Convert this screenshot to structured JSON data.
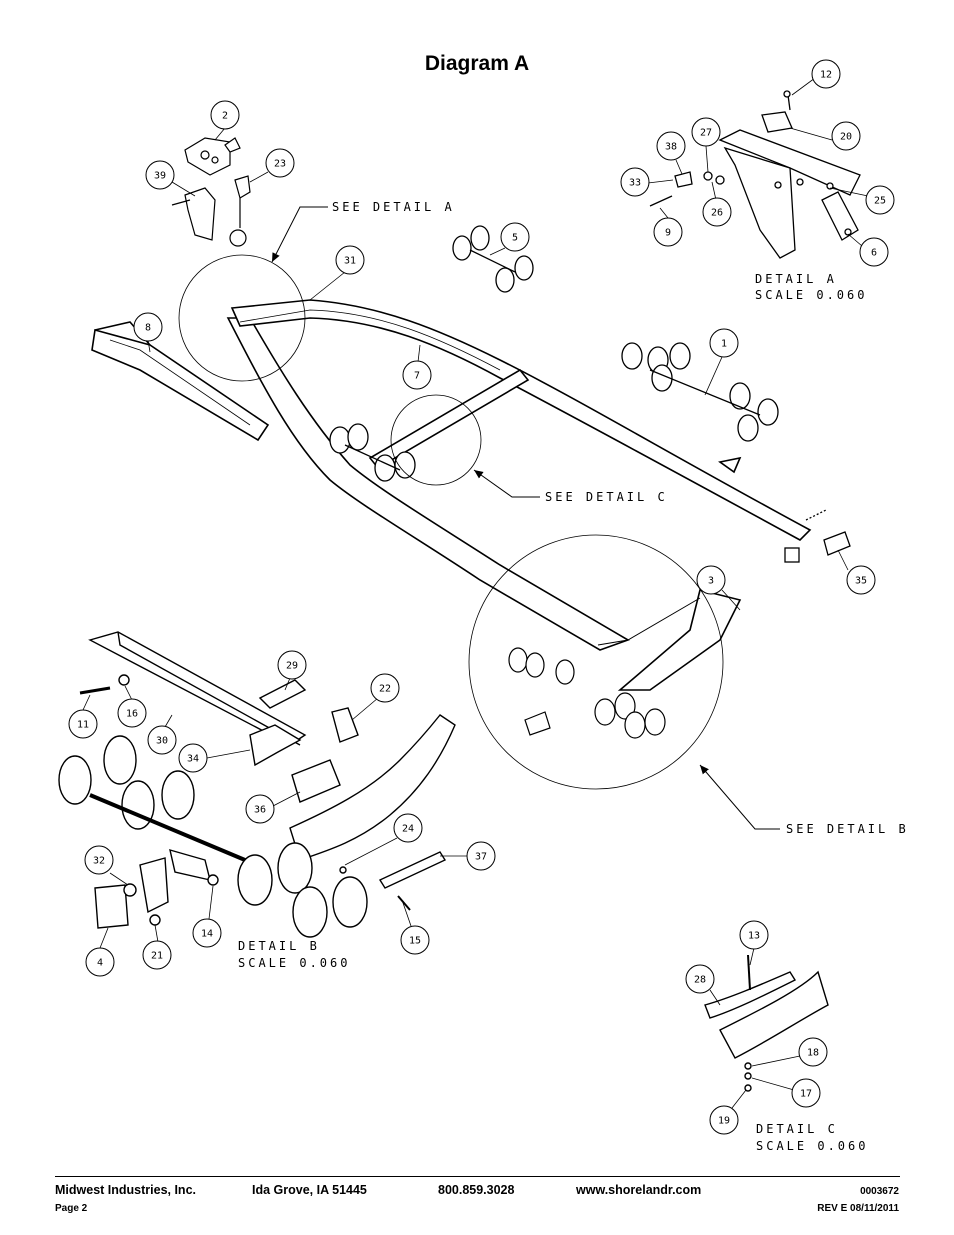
{
  "title": "Diagram A",
  "callouts": [
    {
      "num": "2"
    },
    {
      "num": "39"
    },
    {
      "num": "23"
    },
    {
      "num": "31"
    },
    {
      "num": "5"
    },
    {
      "num": "12"
    },
    {
      "num": "20"
    },
    {
      "num": "27"
    },
    {
      "num": "38"
    },
    {
      "num": "33"
    },
    {
      "num": "26"
    },
    {
      "num": "9"
    },
    {
      "num": "25"
    },
    {
      "num": "6"
    },
    {
      "num": "8"
    },
    {
      "num": "7"
    },
    {
      "num": "1"
    },
    {
      "num": "35"
    },
    {
      "num": "3"
    },
    {
      "num": "29"
    },
    {
      "num": "22"
    },
    {
      "num": "11"
    },
    {
      "num": "16"
    },
    {
      "num": "30"
    },
    {
      "num": "34"
    },
    {
      "num": "36"
    },
    {
      "num": "24"
    },
    {
      "num": "37"
    },
    {
      "num": "32"
    },
    {
      "num": "14"
    },
    {
      "num": "21"
    },
    {
      "num": "4"
    },
    {
      "num": "15"
    },
    {
      "num": "13"
    },
    {
      "num": "28"
    },
    {
      "num": "18"
    },
    {
      "num": "17"
    },
    {
      "num": "19"
    }
  ],
  "labels": {
    "see_detail_a": "SEE DETAIL A",
    "see_detail_b": "SEE DETAIL B",
    "see_detail_c": "SEE DETAIL C",
    "detail_a": "DETAIL A",
    "detail_b": "DETAIL B",
    "detail_c": "DETAIL C",
    "scale_a": "SCALE 0.060",
    "scale_b": "SCALE 0.060",
    "scale_c": "SCALE 0.060"
  },
  "footer": {
    "company": "Midwest Industries, Inc.",
    "city": "Ida Grove, IA  51445",
    "phone": "800.859.3028",
    "website": "www.shorelandr.com",
    "part_number": "0003672",
    "page": "Page 2",
    "revision": "REV E  08/11/2011"
  }
}
